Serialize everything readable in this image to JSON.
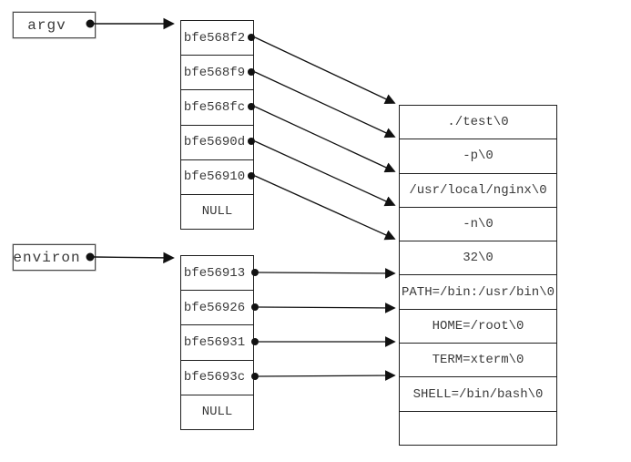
{
  "labels": {
    "argv": "argv",
    "environ": "environ"
  },
  "argv_pointers": [
    "bfe568f2",
    "bfe568f9",
    "bfe568fc",
    "bfe5690d",
    "bfe56910",
    "NULL"
  ],
  "environ_pointers": [
    "bfe56913",
    "bfe56926",
    "bfe56931",
    "bfe5693c",
    "NULL"
  ],
  "strings": [
    "./test\\0",
    "-p\\0",
    "/usr/local/nginx\\0",
    "-n\\0",
    "32\\0",
    "PATH=/bin:/usr/bin\\0",
    "HOME=/root\\0",
    "TERM=xterm\\0",
    "SHELL=/bin/bash\\0",
    ""
  ],
  "colors": {
    "background": "#ffffff",
    "line": "#111111",
    "text": "#3a3a3a",
    "border": "#1f1f1f"
  }
}
